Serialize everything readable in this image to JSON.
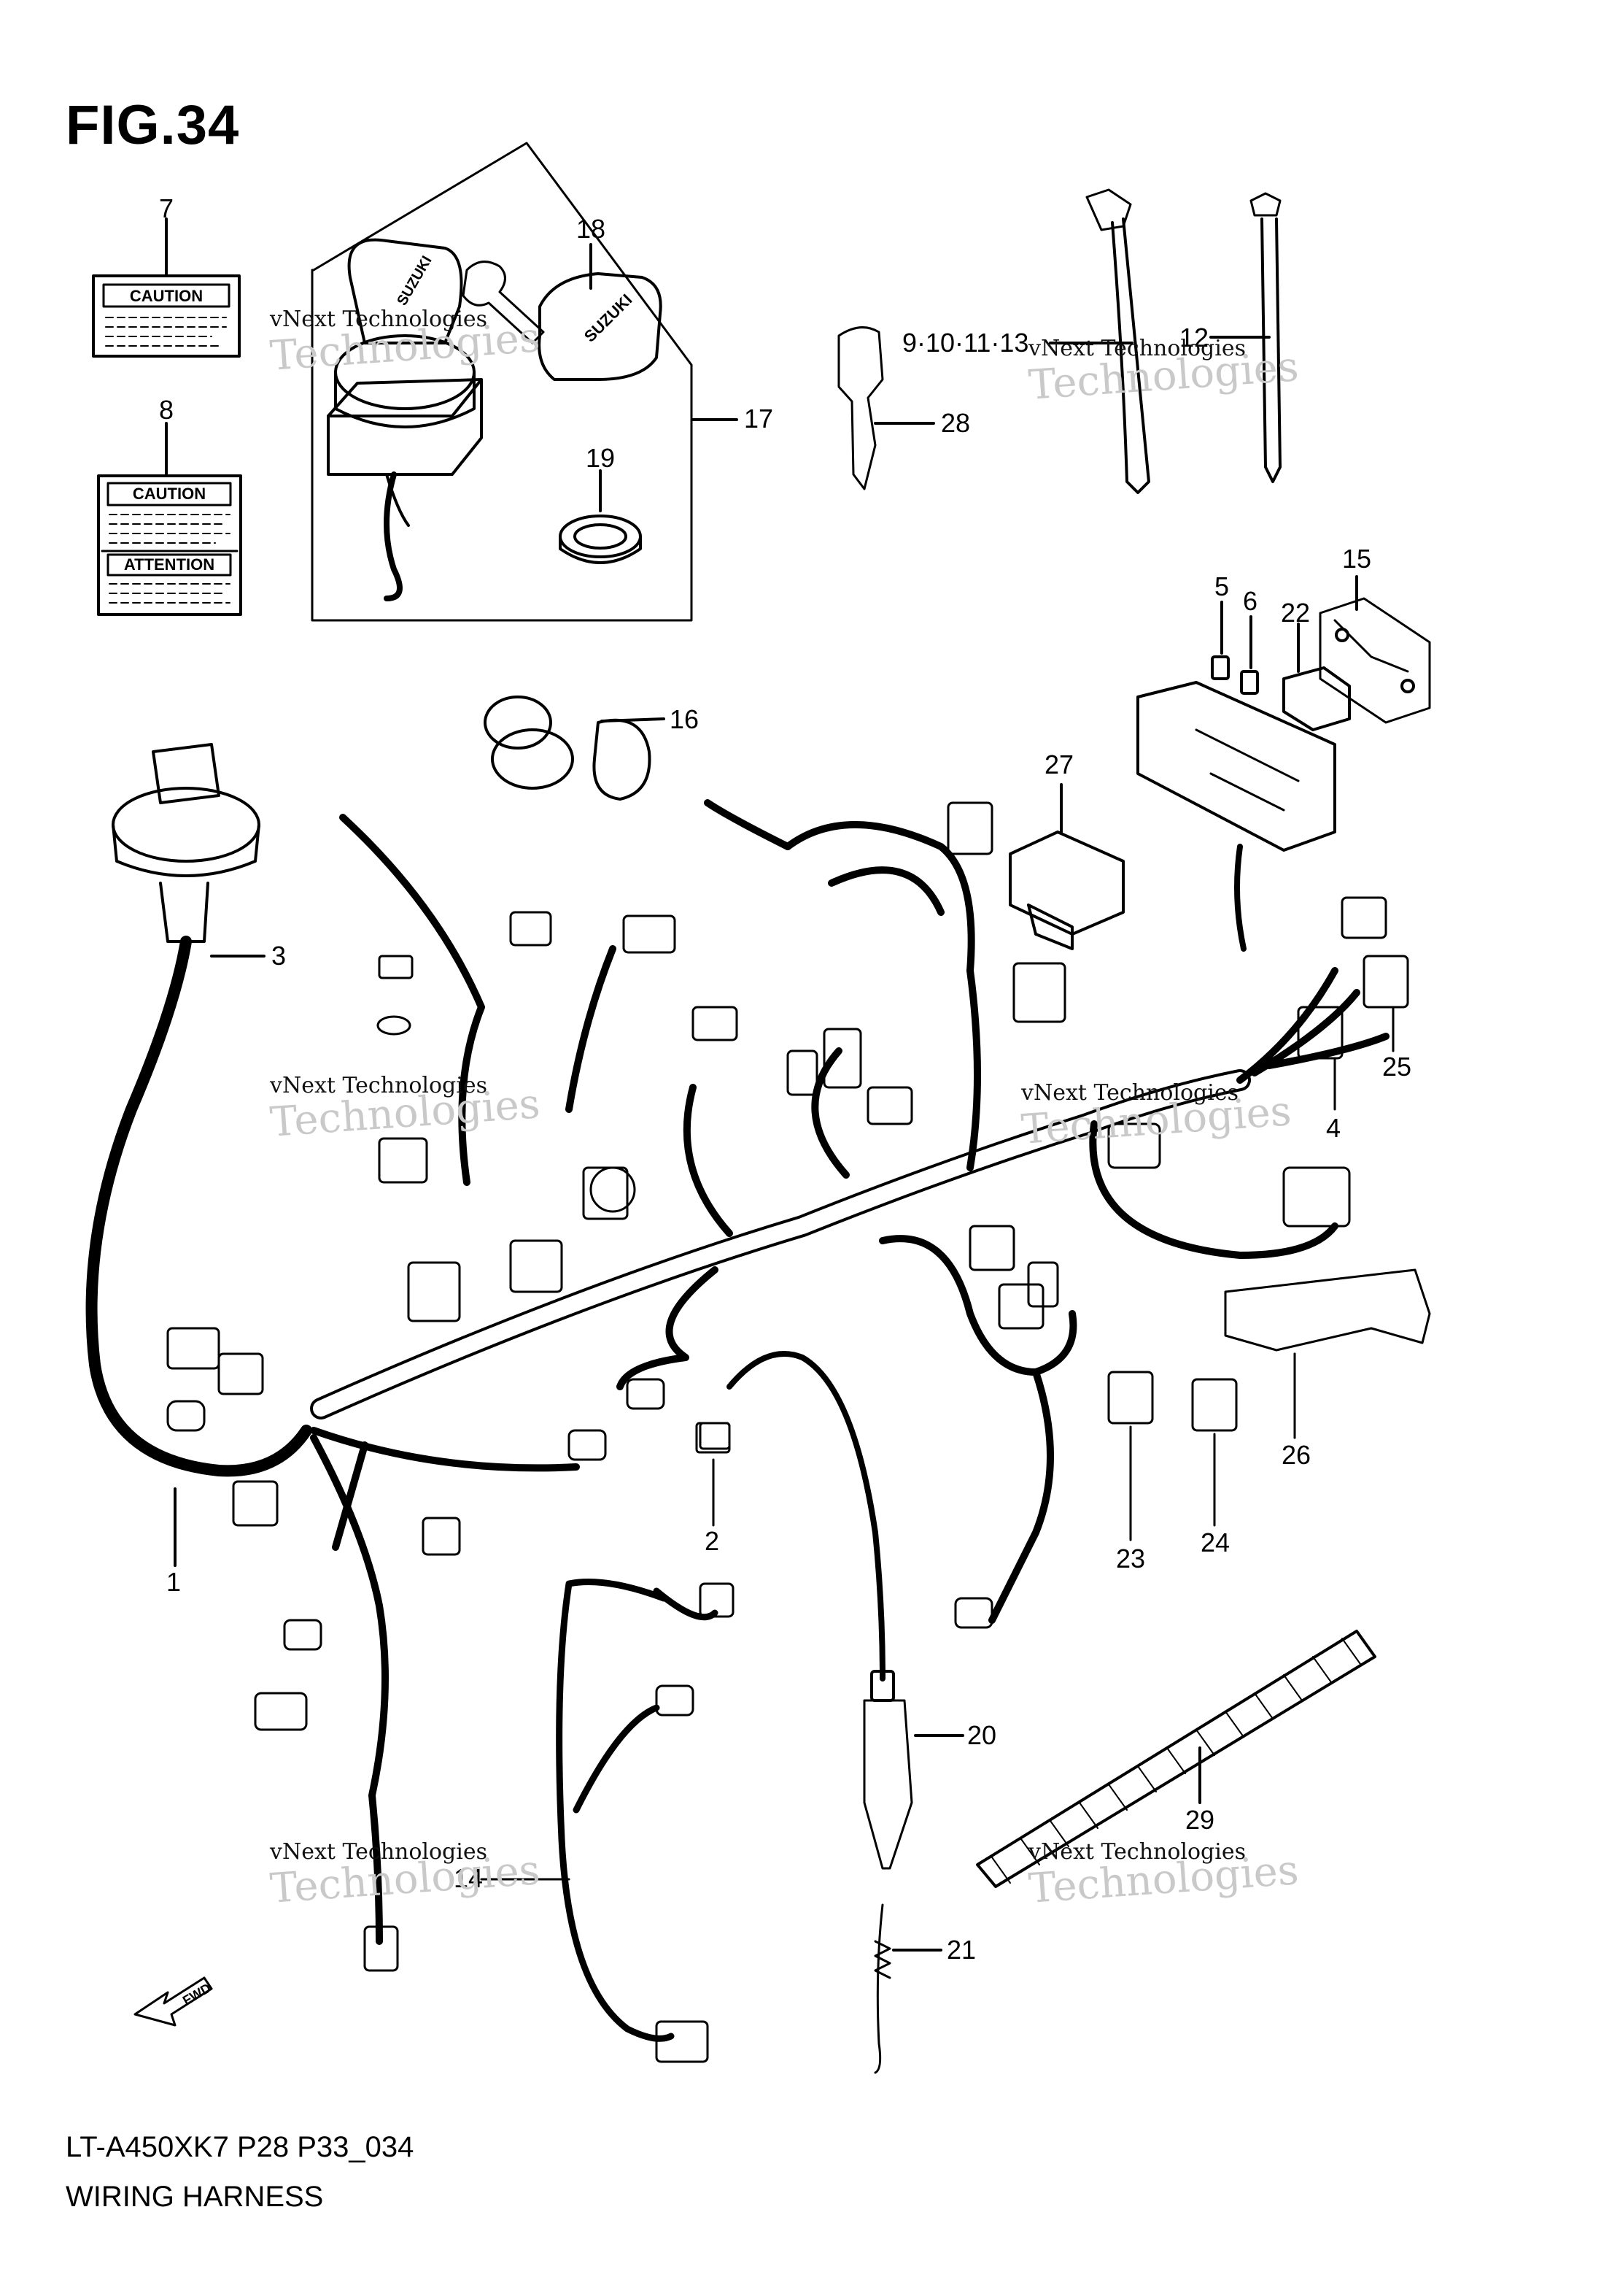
{
  "figure": {
    "title": "FIG.34"
  },
  "footer": {
    "model_code": "LT-A450XK7 P28 P33_034",
    "name": "WIRING HARNESS"
  },
  "labels": {
    "caution_7": "CAUTION",
    "caution_8": "CAUTION",
    "attention_8": "ATTENTION",
    "fwd": "FWD",
    "brand": "SUZUKI"
  },
  "watermark": {
    "line1": "vNext Technologies",
    "line2": "Technologies"
  },
  "callouts": [
    {
      "id": "c7",
      "text": "7"
    },
    {
      "id": "c8",
      "text": "8"
    },
    {
      "id": "c18",
      "text": "18"
    },
    {
      "id": "c17",
      "text": "17"
    },
    {
      "id": "c19",
      "text": "19"
    },
    {
      "id": "c9",
      "text": "9·10·11·13"
    },
    {
      "id": "c12",
      "text": "12"
    },
    {
      "id": "c28",
      "text": "28"
    },
    {
      "id": "c15",
      "text": "15"
    },
    {
      "id": "c5",
      "text": "5"
    },
    {
      "id": "c6",
      "text": "6"
    },
    {
      "id": "c22",
      "text": "22"
    },
    {
      "id": "c16",
      "text": "16"
    },
    {
      "id": "c27",
      "text": "27"
    },
    {
      "id": "c3",
      "text": "3"
    },
    {
      "id": "c25",
      "text": "25"
    },
    {
      "id": "c4",
      "text": "4"
    },
    {
      "id": "c26",
      "text": "26"
    },
    {
      "id": "c23",
      "text": "23"
    },
    {
      "id": "c24",
      "text": "24"
    },
    {
      "id": "c1",
      "text": "1"
    },
    {
      "id": "c2",
      "text": "2"
    },
    {
      "id": "c20",
      "text": "20"
    },
    {
      "id": "c29",
      "text": "29"
    },
    {
      "id": "c14",
      "text": "14"
    },
    {
      "id": "c21",
      "text": "21"
    }
  ]
}
